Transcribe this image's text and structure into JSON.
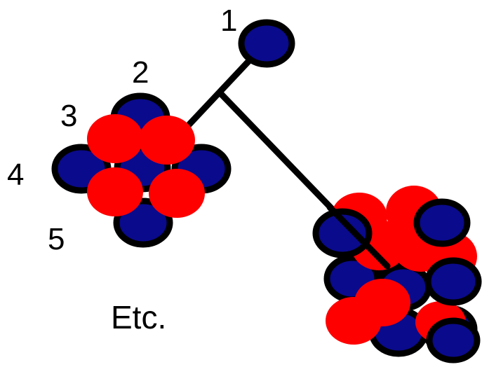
{
  "labels": {
    "one": "1",
    "two": "2",
    "three": "3",
    "four": "4",
    "five": "5",
    "etc": "Etc."
  },
  "colors": {
    "blue_fill": "#0a0a8c",
    "red_fill": "#ff0000",
    "outline": "#000000",
    "connector": "#000000",
    "background": "#ffffff"
  }
}
